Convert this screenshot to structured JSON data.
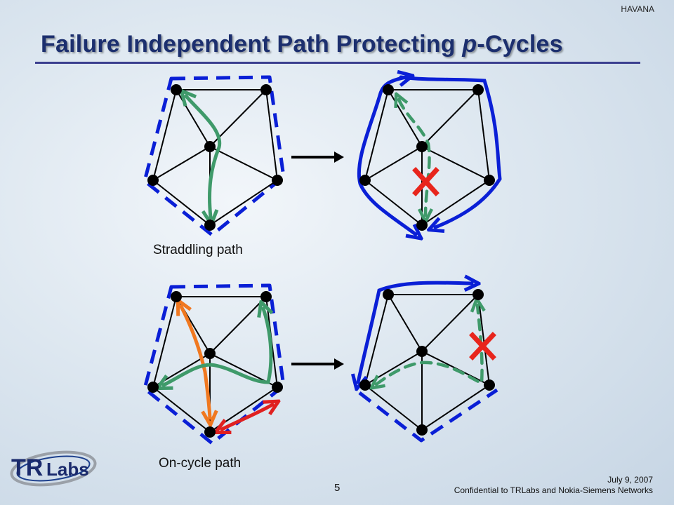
{
  "header": {
    "corner_label": "HAVANA"
  },
  "slide": {
    "title_prefix": "Failure Independent Path Protecting ",
    "title_italic": "p",
    "title_suffix": "-Cycles"
  },
  "diagrams": {
    "caption_top": "Straddling path",
    "caption_bottom": "On-cycle path"
  },
  "logo": {
    "text_tr": "TR",
    "text_labs": "Labs"
  },
  "footer": {
    "date": "July 9, 2007",
    "confidential": "Confidential to TRLabs and Nokia-Siemens Networks",
    "page_number": "5"
  },
  "colors": {
    "pcycle": "#0a1fd6",
    "working_path": "#3f9a6a",
    "failure": "#e8251c",
    "orange_path": "#f07820",
    "red_path": "#e02020"
  }
}
